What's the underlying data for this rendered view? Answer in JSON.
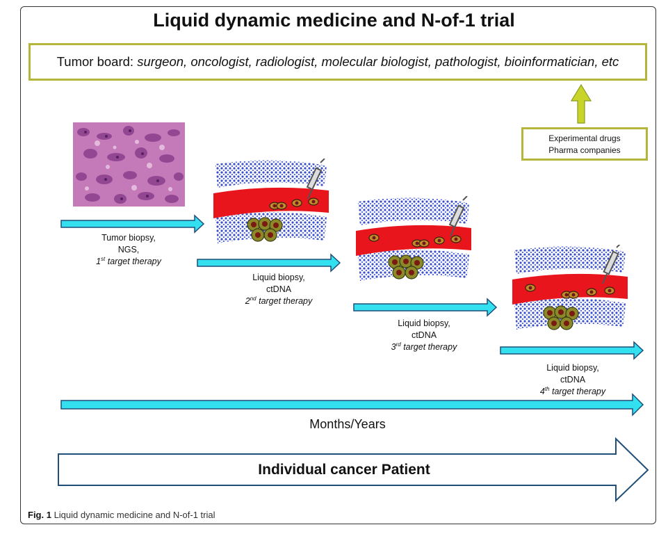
{
  "title": "Liquid dynamic medicine and N-of-1 trial",
  "tumor_board": {
    "prefix": "Tumor board: ",
    "members": "surgeon, oncologist, radiologist, molecular biologist, pathologist, bioinformatician, etc"
  },
  "pharma": {
    "line1": "Experimental drugs",
    "line2": "Pharma companies"
  },
  "steps": [
    {
      "line1": "Tumor biopsy,",
      "line2": "NGS,",
      "ordinal": "1",
      "suffix": "st",
      "therapy": " target therapy"
    },
    {
      "line1": "Liquid biopsy,",
      "line2": "ctDNA",
      "ordinal": "2",
      "suffix": "nd",
      "therapy": " target therapy"
    },
    {
      "line1": "Liquid biopsy,",
      "line2": "ctDNA",
      "ordinal": "3",
      "suffix": "rd",
      "therapy": " target therapy"
    },
    {
      "line1": "Liquid biopsy,",
      "line2": "ctDNA",
      "ordinal": "4",
      "suffix": "th",
      "therapy": " target therapy"
    }
  ],
  "timeline_label": "Months/Years",
  "patient_label": "Individual cancer Patient",
  "caption": {
    "fig": "Fig. 1",
    "text": " Liquid dynamic medicine and N-of-1 trial"
  },
  "colors": {
    "cyan_arrow": "#33e0f0",
    "arrow_outline": "#1f4e79",
    "olive_box": "#b5b53a",
    "vessel_red": "#e8161c",
    "cell_blue": "#3a4fc8",
    "up_arrow": "#c8d42a"
  }
}
